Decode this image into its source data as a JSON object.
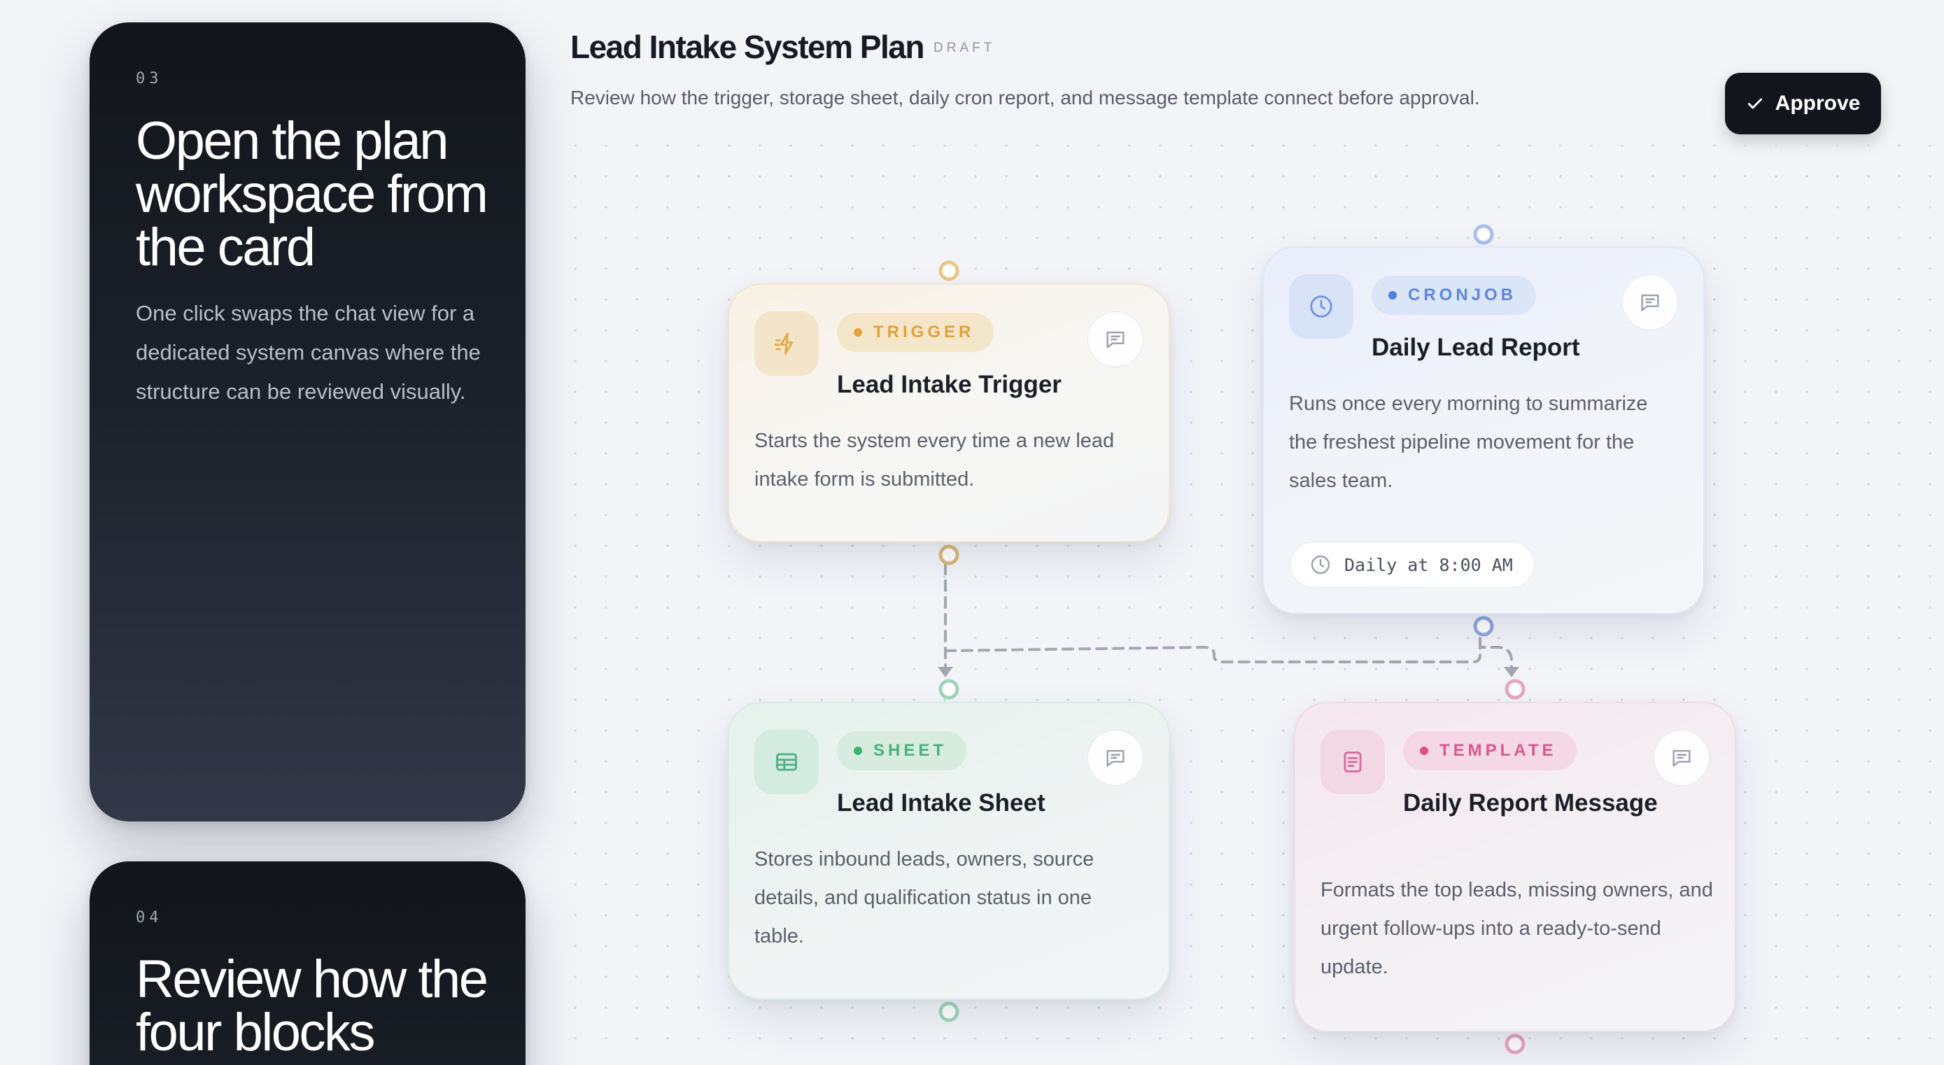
{
  "steps": [
    {
      "number": "03",
      "title": "Open the plan workspace from the card",
      "description": "One click swaps the chat view for a dedicated system canvas where the structure can be reviewed visually."
    },
    {
      "number": "04",
      "title": "Review how the four blocks"
    }
  ],
  "header": {
    "title": "Lead Intake System Plan",
    "status": "DRAFT",
    "subtitle": "Review how the trigger, storage sheet, daily cron report, and message template connect before approval.",
    "approve_label": "Approve"
  },
  "nodes": {
    "trigger": {
      "tag": "TRIGGER",
      "title": "Lead Intake Trigger",
      "description": "Starts the system every time a new lead intake form is submitted.",
      "icon": "lightning-icon"
    },
    "cron": {
      "tag": "CRONJOB",
      "title": "Daily Lead Report",
      "description": "Runs once every morning to summarize the freshest pipeline movement for the sales team.",
      "schedule": "Daily at 8:00 AM",
      "icon": "clock-icon"
    },
    "sheet": {
      "tag": "SHEET",
      "title": "Lead Intake Sheet",
      "description": "Stores inbound leads, owners, source details, and qualification status in one table.",
      "icon": "table-icon"
    },
    "template": {
      "tag": "TEMPLATE",
      "title": "Daily Report Message",
      "description": "Formats the top leads, missing owners, and urgent follow-ups into a ready-to-send update.",
      "icon": "document-icon"
    }
  },
  "colors": {
    "trigger": "#e6a23a",
    "cron": "#4f7ee0",
    "sheet": "#3fb271",
    "template": "#dc4f8a",
    "approve_bg": "#12151b"
  }
}
